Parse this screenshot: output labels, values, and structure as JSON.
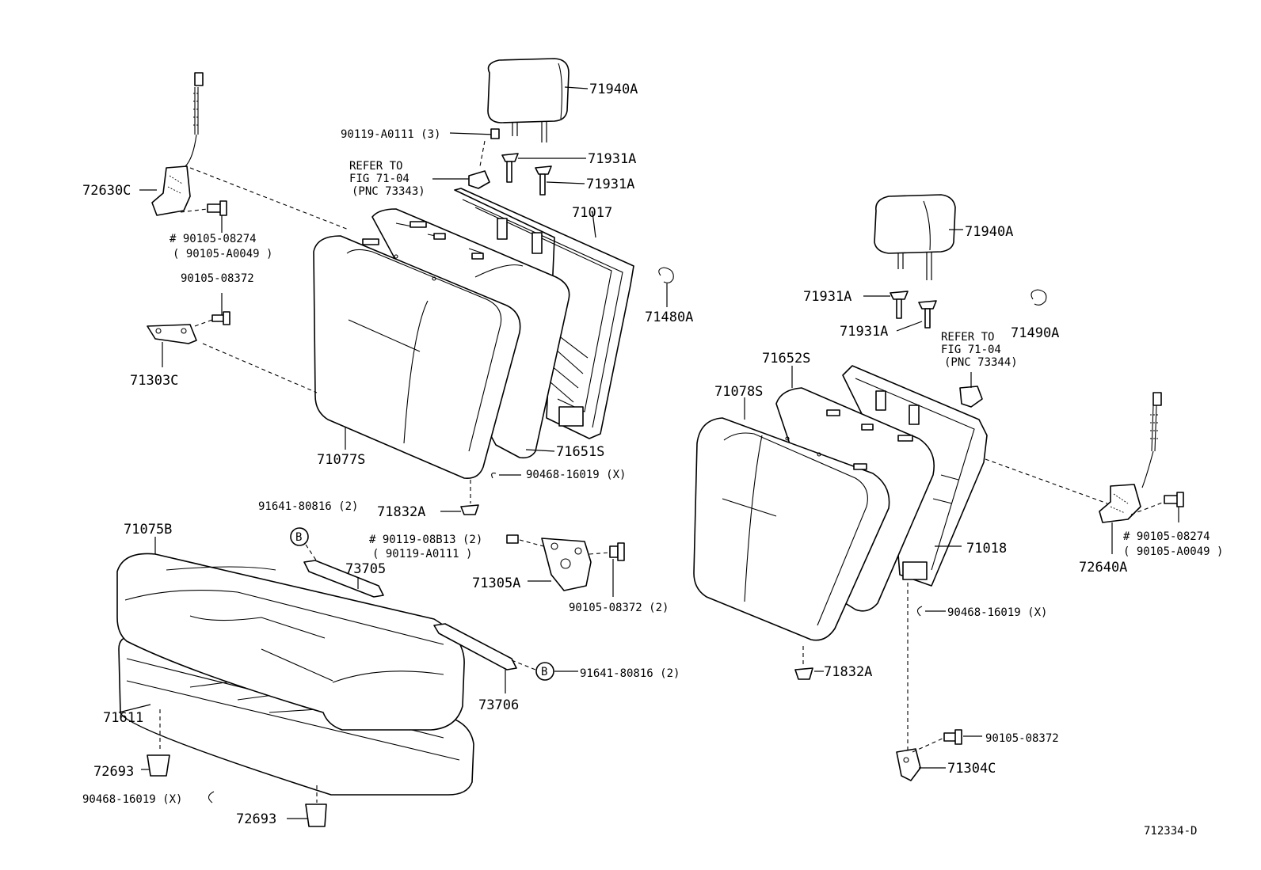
{
  "diagram_id": "712334-D",
  "labels": {
    "l71940A_1": "71940A",
    "l71940A_2": "71940A",
    "l90119_A0111_3": "90119-A0111 (3)",
    "l71931A_1": "71931A",
    "l71931A_2": "71931A",
    "l71931A_3": "71931A",
    "l71931A_4": "71931A",
    "refer_left_1": "REFER TO",
    "refer_left_2": "FIG 71-04",
    "refer_left_3": "(PNC 73343)",
    "refer_right_1": "REFER TO",
    "refer_right_2": "FIG 71-04",
    "refer_right_3": "(PNC 73344)",
    "l71017": "71017",
    "l71480A": "71480A",
    "l71490A": "71490A",
    "l72630C": "72630C",
    "l90105_08274_L": "# 90105-08274",
    "l90105_A0049_L": "( 90105-A0049 )",
    "l90105_08372_top": "90105-08372",
    "l71303C": "71303C",
    "l71077S": "71077S",
    "l71651S": "71651S",
    "l90468_16019_1": "90468-16019 (X)",
    "l71832A_1": "71832A",
    "l91641_80816_1": "91641-80816 (2)",
    "l71075B": "71075B",
    "l90119_08B13": "# 90119-08B13 (2)",
    "l90119_A0111_b": "( 90119-A0111 )",
    "l73705": "73705",
    "l71305A": "71305A",
    "l90105_08372_2": "90105-08372 (2)",
    "l91641_80816_2": "91641-80816 (2)",
    "l73706": "73706",
    "l71611": "71611",
    "l72693_1": "72693",
    "l90468_16019_2": "90468-16019 (X)",
    "l72693_2": "72693",
    "l71652S": "71652S",
    "l71078S": "71078S",
    "l71018": "71018",
    "l90105_08274_R": "# 90105-08274",
    "l90105_A0049_R": "( 90105-A0049 )",
    "l72640A": "72640A",
    "l90468_16019_3": "90468-16019 (X)",
    "l71832A_2": "71832A",
    "l90105_08372_R": "90105-08372",
    "l71304C": "71304C",
    "callout_b1": "B",
    "callout_b2": "B"
  }
}
